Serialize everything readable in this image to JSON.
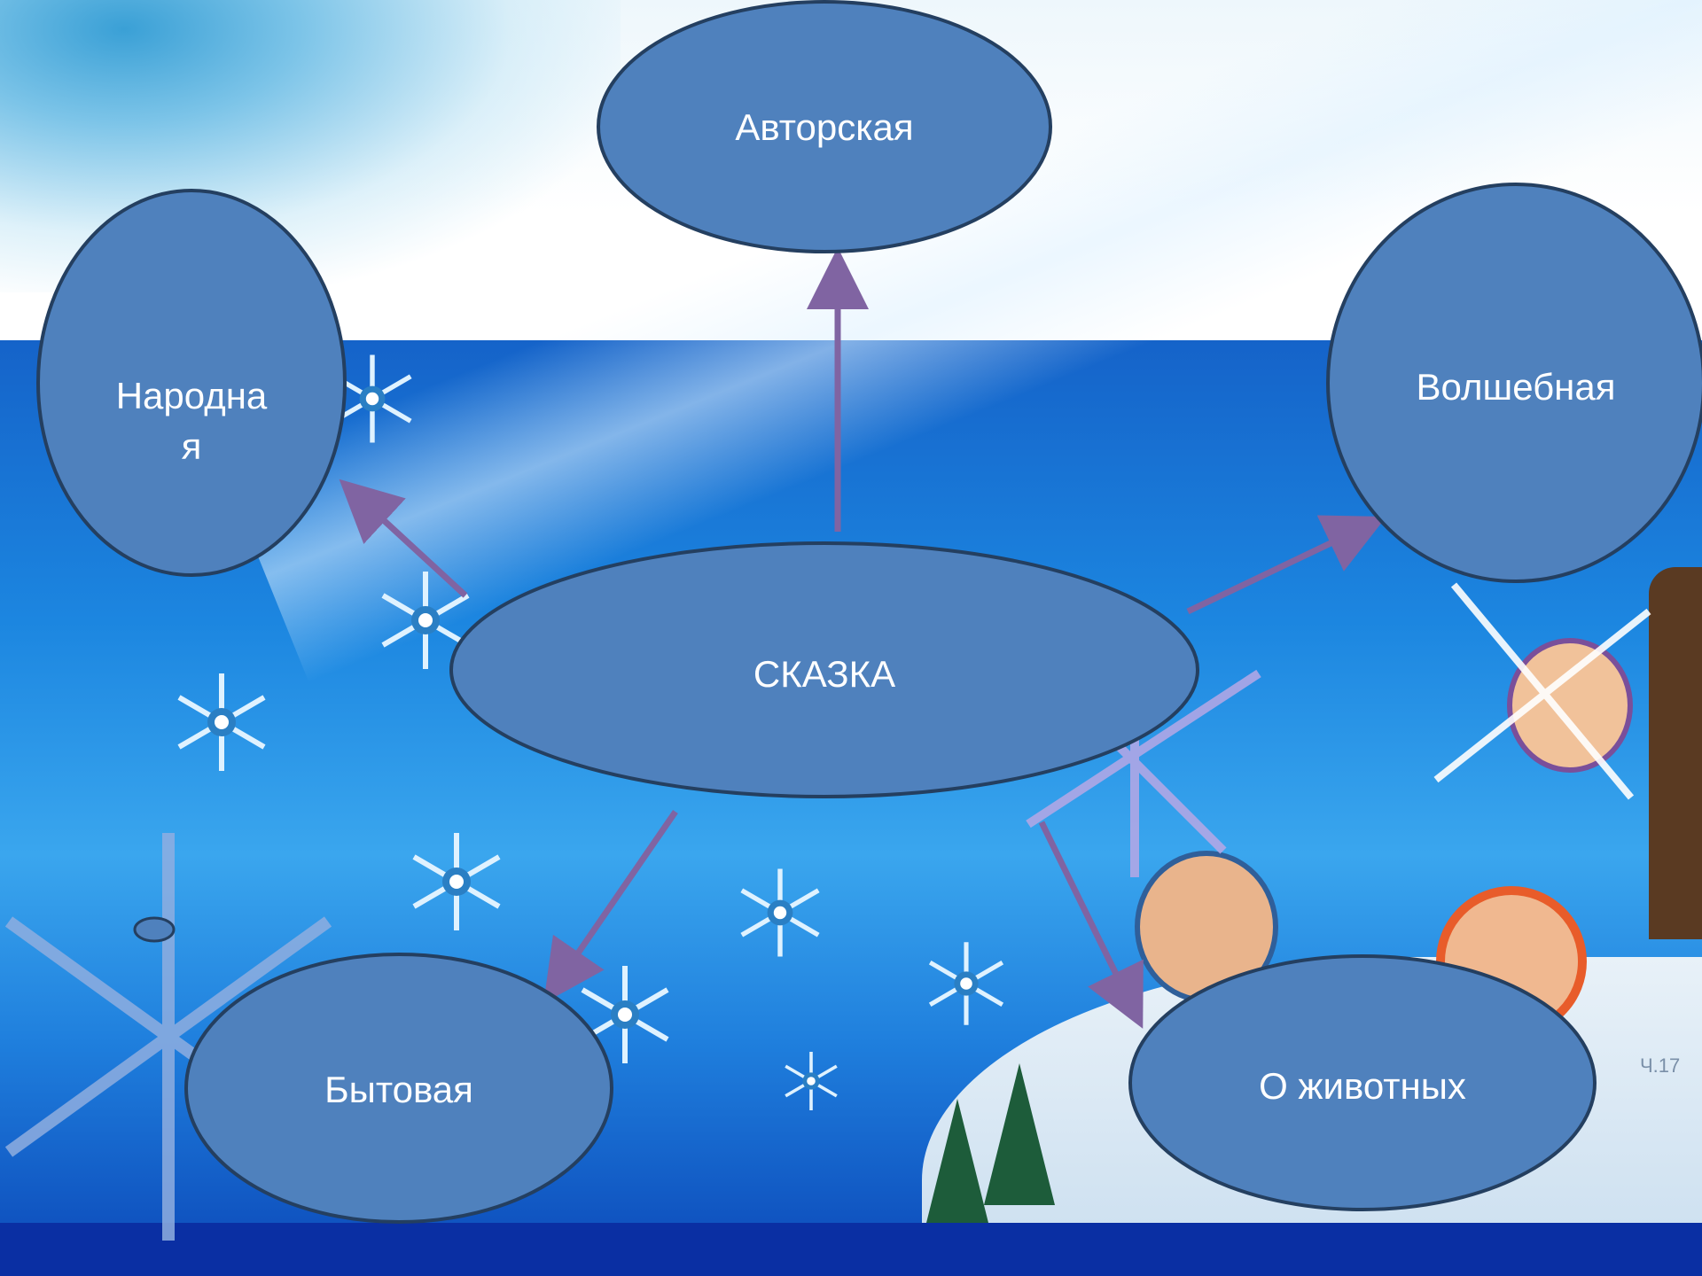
{
  "diagram": {
    "center": {
      "label": "СКАЗКА"
    },
    "nodes": [
      {
        "id": "avtorskaya",
        "label": "Авторская"
      },
      {
        "id": "narodnaya",
        "label_line1": "Народна",
        "label_line2": "я"
      },
      {
        "id": "volshebnaya",
        "label": "Волшебная"
      },
      {
        "id": "bytovaya",
        "label": "Бытовая"
      },
      {
        "id": "o-zhivotnyh",
        "label": "О животных"
      }
    ]
  },
  "colors": {
    "node_fill": "#4f81bd",
    "node_stroke": "#243f60",
    "arrow": "#8064a2",
    "text": "#ffffff"
  },
  "decor": {
    "signature": "Ч.17"
  }
}
